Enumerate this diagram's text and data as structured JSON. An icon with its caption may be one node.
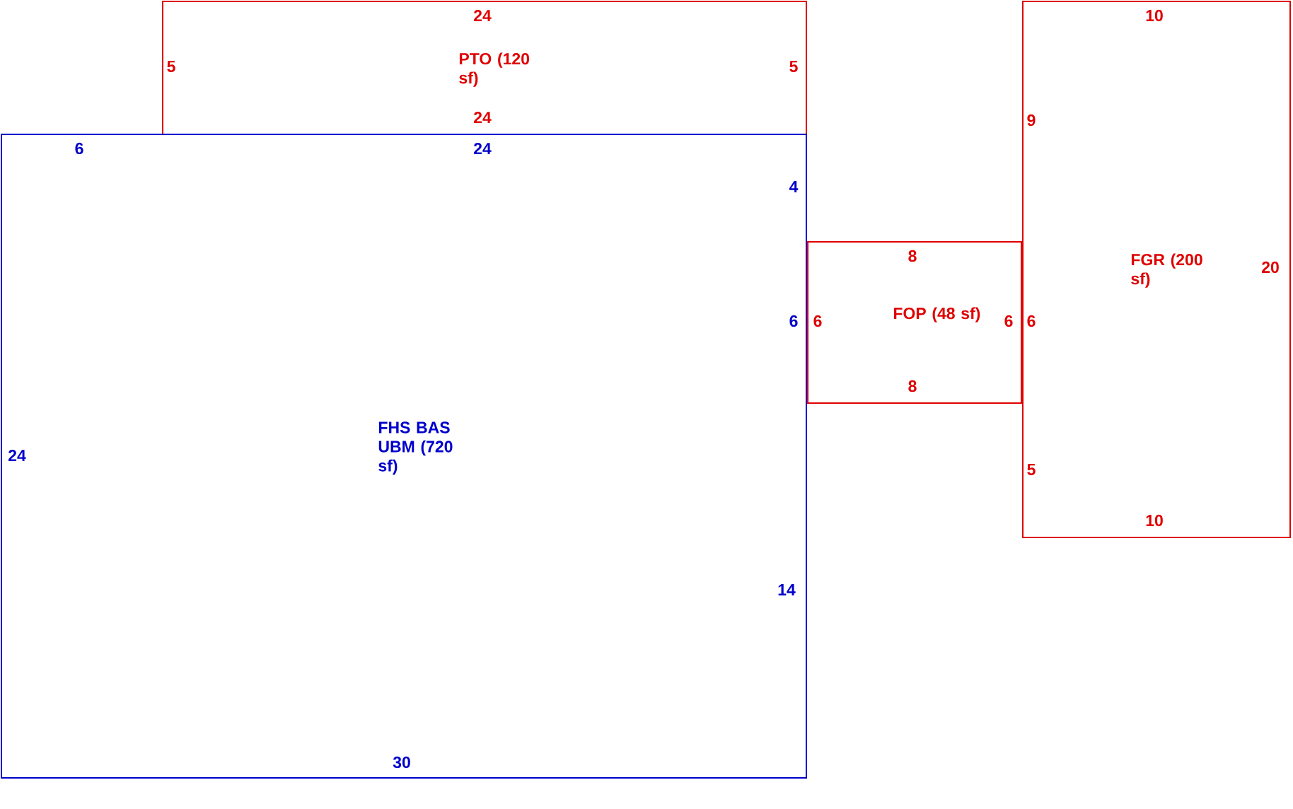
{
  "diagram": {
    "nodes": [
      {
        "text": [
          "PTO (120 sf)"
        ]
      },
      {
        "text": [
          "FHS BAS UBM (720 sf)"
        ]
      },
      {
        "text": [
          "FOP (48 sf)"
        ]
      },
      {
        "text": [
          "FGR (200 sf)"
        ]
      }
    ],
    "labels": [
      "24",
      "10",
      "5",
      "5",
      "24",
      "9",
      "6",
      "24",
      "4",
      "8",
      "20",
      "6",
      "6",
      "6",
      "6",
      "8",
      "24",
      "5",
      "10",
      "14",
      "30"
    ]
  }
}
